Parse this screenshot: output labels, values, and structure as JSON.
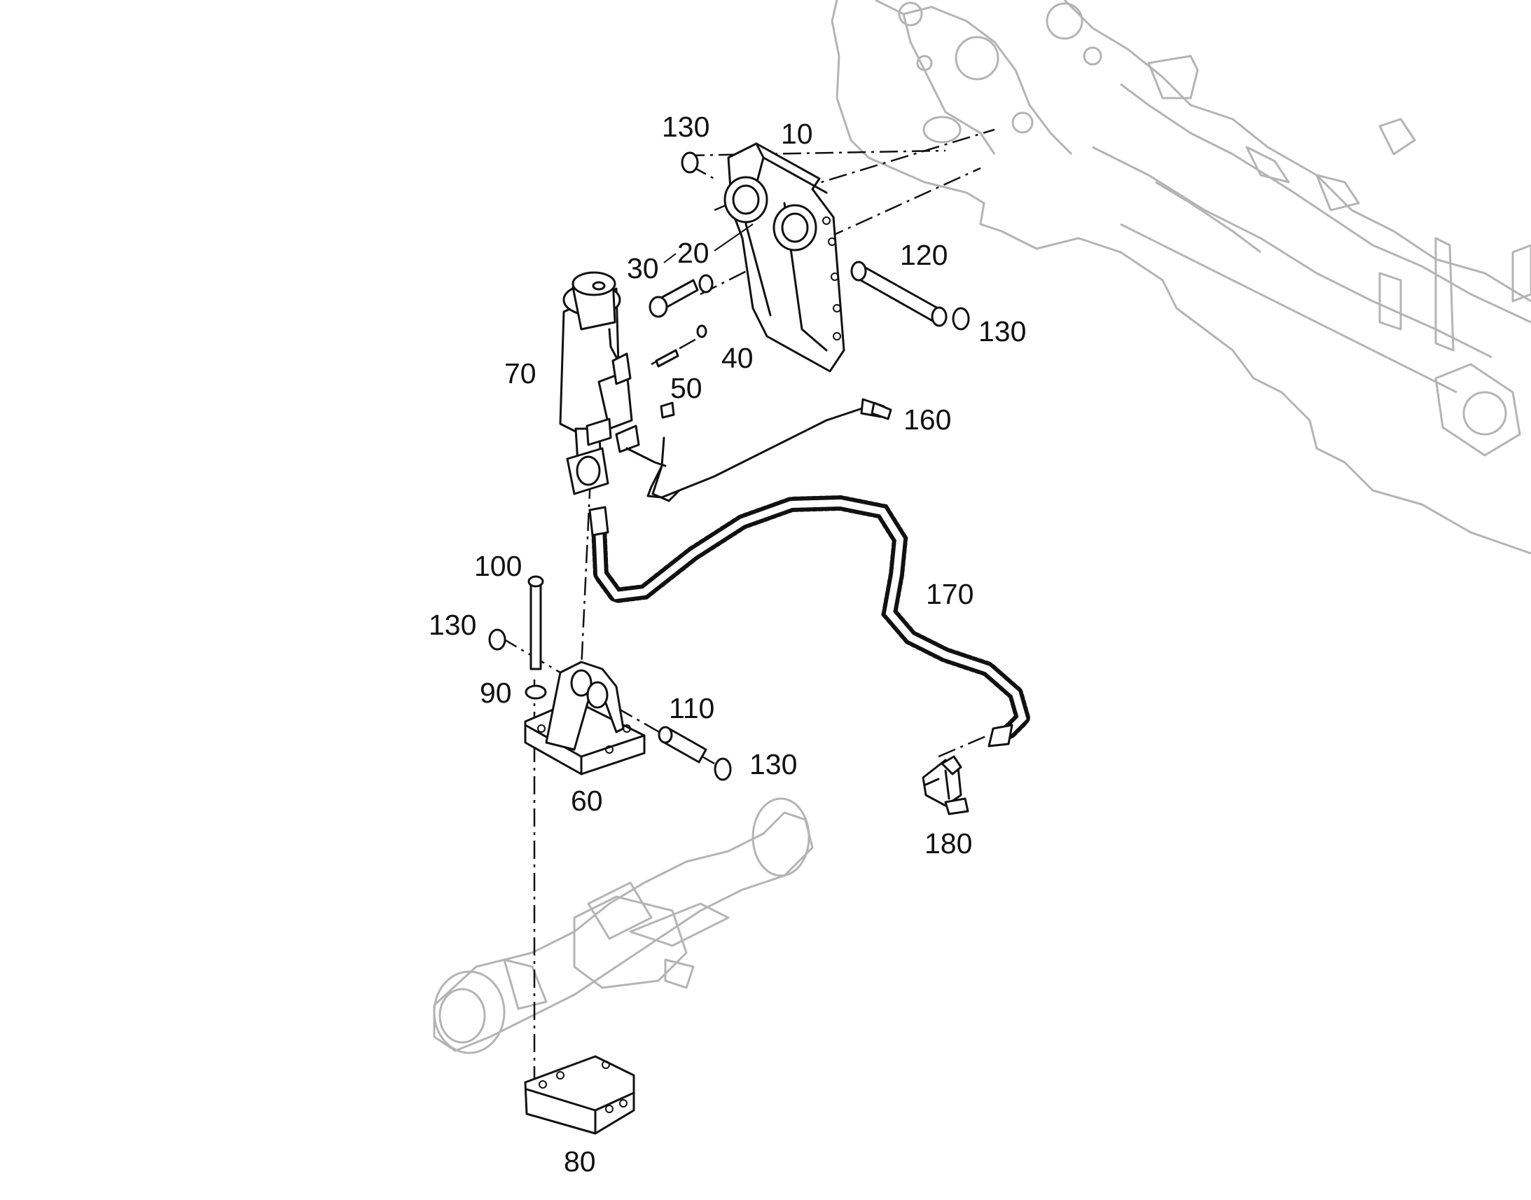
{
  "diagram": {
    "callouts": {
      "c10": "10",
      "c20": "20",
      "c30": "30",
      "c40": "40",
      "c50": "50",
      "c60": "60",
      "c70": "70",
      "c80": "80",
      "c90": "90",
      "c100": "100",
      "c110": "110",
      "c120": "120",
      "c130_top": "130",
      "c130_pin": "130",
      "c130_left": "130",
      "c130_bottom": "130",
      "c160": "160",
      "c170": "170",
      "c180": "180"
    },
    "colors": {
      "line": "#111111",
      "ghost_frame": "#b4b4b4",
      "background": "#ffffff"
    }
  }
}
